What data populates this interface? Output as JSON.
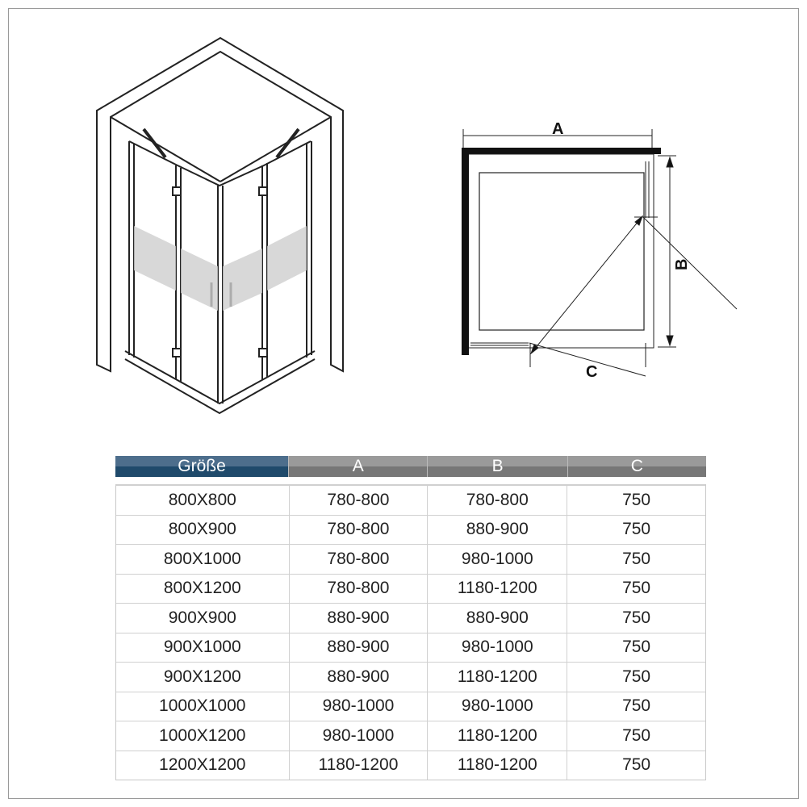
{
  "diagram": {
    "labels": {
      "a": "A",
      "b": "B",
      "c": "C"
    }
  },
  "table": {
    "headers": [
      "Größe",
      "A",
      "B",
      "C"
    ],
    "rows": [
      [
        "800X800",
        "780-800",
        "780-800",
        "750"
      ],
      [
        "800X900",
        "780-800",
        "880-900",
        "750"
      ],
      [
        "800X1000",
        "780-800",
        "980-1000",
        "750"
      ],
      [
        "800X1200",
        "780-800",
        "1180-1200",
        "750"
      ],
      [
        "900X900",
        "880-900",
        "880-900",
        "750"
      ],
      [
        "900X1000",
        "880-900",
        "980-1000",
        "750"
      ],
      [
        "900X1200",
        "880-900",
        "1180-1200",
        "750"
      ],
      [
        "1000X1000",
        "980-1000",
        "980-1000",
        "750"
      ],
      [
        "1000X1200",
        "980-1000",
        "1180-1200",
        "750"
      ],
      [
        "1200X1200",
        "1180-1200",
        "1180-1200",
        "750"
      ]
    ]
  }
}
